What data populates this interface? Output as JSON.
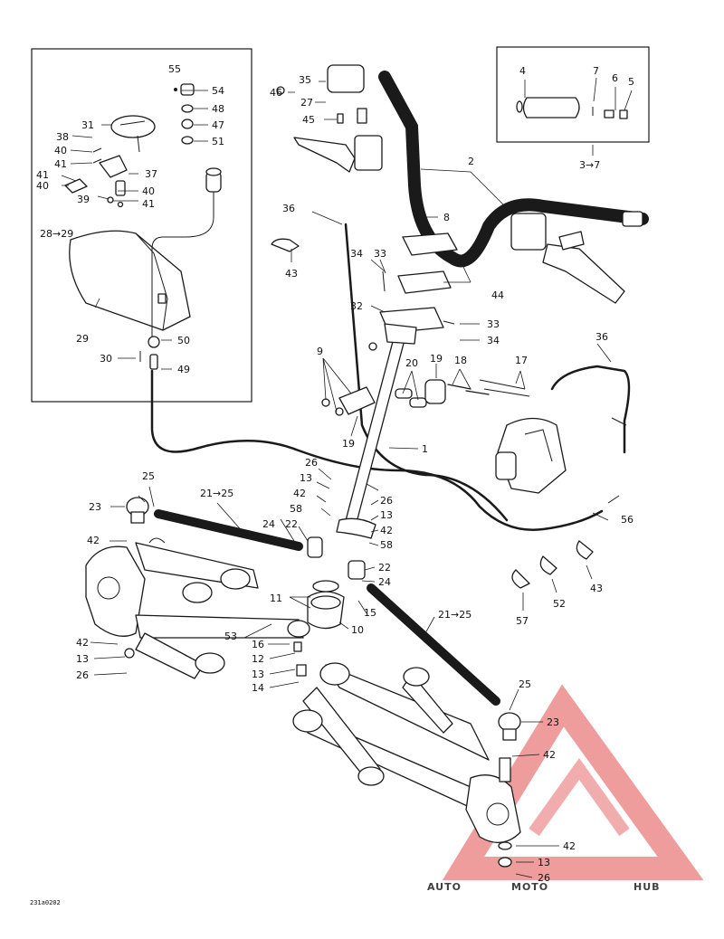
{
  "diagram_code": "231a0202",
  "watermark": {
    "part1": "AUTO",
    "part2": "MOTO",
    "part3": "HUB",
    "color_gold": "#E8B544",
    "color_red": "#E04A4A",
    "color_gray": "#6A6A6A"
  },
  "labels": [
    {
      "id": "55a",
      "text": "55"
    },
    {
      "id": "54",
      "text": "54"
    },
    {
      "id": "48",
      "text": "48"
    },
    {
      "id": "47",
      "text": "47"
    },
    {
      "id": "51",
      "text": "51"
    },
    {
      "id": "31",
      "text": "31"
    },
    {
      "id": "38",
      "text": "38"
    },
    {
      "id": "40a",
      "text": "40"
    },
    {
      "id": "41a",
      "text": "41"
    },
    {
      "id": "37",
      "text": "37"
    },
    {
      "id": "41b",
      "text": "41"
    },
    {
      "id": "40b",
      "text": "40"
    },
    {
      "id": "39",
      "text": "39"
    },
    {
      "id": "40c",
      "text": "40"
    },
    {
      "id": "41c",
      "text": "41"
    },
    {
      "id": "28-29",
      "text": "28→29"
    },
    {
      "id": "29",
      "text": "29"
    },
    {
      "id": "30",
      "text": "30"
    },
    {
      "id": "50",
      "text": "50"
    },
    {
      "id": "49",
      "text": "49"
    },
    {
      "id": "35",
      "text": "35"
    },
    {
      "id": "46",
      "text": "46"
    },
    {
      "id": "27",
      "text": "27"
    },
    {
      "id": "45",
      "text": "45"
    },
    {
      "id": "36a",
      "text": "36"
    },
    {
      "id": "43a",
      "text": "43"
    },
    {
      "id": "2",
      "text": "2"
    },
    {
      "id": "8",
      "text": "8"
    },
    {
      "id": "34a",
      "text": "34"
    },
    {
      "id": "33a",
      "text": "33"
    },
    {
      "id": "44",
      "text": "44"
    },
    {
      "id": "32",
      "text": "32"
    },
    {
      "id": "33b",
      "text": "33"
    },
    {
      "id": "34b",
      "text": "34"
    },
    {
      "id": "9",
      "text": "9"
    },
    {
      "id": "20",
      "text": "20"
    },
    {
      "id": "19a",
      "text": "19"
    },
    {
      "id": "18",
      "text": "18"
    },
    {
      "id": "17",
      "text": "17"
    },
    {
      "id": "36b",
      "text": "36"
    },
    {
      "id": "19b",
      "text": "19"
    },
    {
      "id": "1",
      "text": "1"
    },
    {
      "id": "4",
      "text": "4"
    },
    {
      "id": "7",
      "text": "7"
    },
    {
      "id": "6",
      "text": "6"
    },
    {
      "id": "5",
      "text": "5"
    },
    {
      "id": "3-7",
      "text": "3→7"
    },
    {
      "id": "25a",
      "text": "25"
    },
    {
      "id": "21-25a",
      "text": "21→25"
    },
    {
      "id": "23a",
      "text": "23"
    },
    {
      "id": "26a",
      "text": "26"
    },
    {
      "id": "13a",
      "text": "13"
    },
    {
      "id": "42a",
      "text": "42"
    },
    {
      "id": "58a",
      "text": "58"
    },
    {
      "id": "26b",
      "text": "26"
    },
    {
      "id": "13b",
      "text": "13"
    },
    {
      "id": "42b",
      "text": "42"
    },
    {
      "id": "58b",
      "text": "58"
    },
    {
      "id": "24a",
      "text": "24"
    },
    {
      "id": "22a",
      "text": "22"
    },
    {
      "id": "42c",
      "text": "42"
    },
    {
      "id": "22b",
      "text": "22"
    },
    {
      "id": "24b",
      "text": "24"
    },
    {
      "id": "11",
      "text": "11"
    },
    {
      "id": "15",
      "text": "15"
    },
    {
      "id": "10",
      "text": "10"
    },
    {
      "id": "21-25b",
      "text": "21→25"
    },
    {
      "id": "56",
      "text": "56"
    },
    {
      "id": "57",
      "text": "57"
    },
    {
      "id": "52",
      "text": "52"
    },
    {
      "id": "43b",
      "text": "43"
    },
    {
      "id": "42d",
      "text": "42"
    },
    {
      "id": "13c",
      "text": "13"
    },
    {
      "id": "26c",
      "text": "26"
    },
    {
      "id": "53",
      "text": "53"
    },
    {
      "id": "16",
      "text": "16"
    },
    {
      "id": "12",
      "text": "12"
    },
    {
      "id": "13d",
      "text": "13"
    },
    {
      "id": "14",
      "text": "14"
    },
    {
      "id": "25b",
      "text": "25"
    },
    {
      "id": "23b",
      "text": "23"
    },
    {
      "id": "42e",
      "text": "42"
    },
    {
      "id": "42f",
      "text": "42"
    },
    {
      "id": "13e",
      "text": "13"
    },
    {
      "id": "26d",
      "text": "26"
    }
  ]
}
